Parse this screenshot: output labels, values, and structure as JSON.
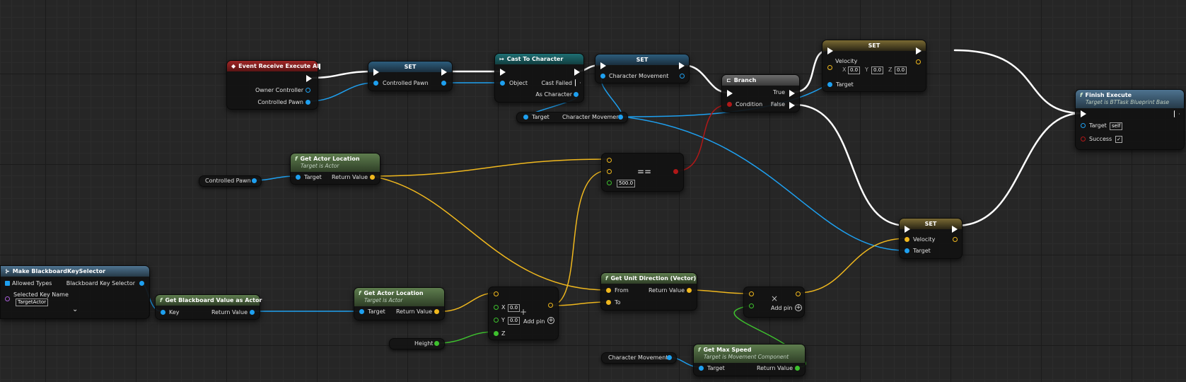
{
  "nodes": {
    "event": {
      "title": "Event Receive Execute AI",
      "owner_controller": "Owner Controller",
      "controlled_pawn": "Controlled Pawn"
    },
    "set_pawn": {
      "title": "SET",
      "pin": "Controlled Pawn"
    },
    "cast": {
      "title": "Cast To Character",
      "object": "Object",
      "cast_failed": "Cast Failed",
      "as_character": "As Character"
    },
    "set_movement": {
      "title": "SET",
      "pin": "Character Movement"
    },
    "var_movement_getter": {
      "target": "Target",
      "output": "Character Movement"
    },
    "branch": {
      "title": "Branch",
      "condition": "Condition",
      "true": "True",
      "false": "False"
    },
    "set_velocity_top": {
      "title": "SET",
      "velocity": "Velocity",
      "x_label": "X",
      "x": "0.0",
      "y_label": "Y",
      "y": "0.0",
      "z_label": "Z",
      "z": "0.0",
      "target": "Target"
    },
    "finish": {
      "title": "Finish Execute",
      "subtitle": "Target is BTTask Blueprint Base",
      "target": "Target",
      "target_value": "self",
      "success": "Success",
      "success_check": "✓"
    },
    "get_actor_location_1": {
      "title": "Get Actor Location",
      "subtitle": "Target is Actor",
      "target": "Target",
      "return": "Return Value"
    },
    "controlled_pawn_var": {
      "label": "Controlled Pawn"
    },
    "equals": {
      "symbol": "==",
      "value": "500.0"
    },
    "set_velocity_bottom": {
      "title": "SET",
      "velocity": "Velocity",
      "target": "Target"
    },
    "make_selector": {
      "title": "Make BlackboardKeySelector",
      "allowed_types": "Allowed Types",
      "output": "Blackboard Key Selector",
      "key_name_label": "Selected Key Name",
      "key_name_value": "TargetActor",
      "expand": "⌄"
    },
    "get_bb_value": {
      "title": "Get Blackboard Value as Actor",
      "key": "Key",
      "return": "Return Value"
    },
    "get_actor_location_2": {
      "title": "Get Actor Location",
      "subtitle": "Target is Actor",
      "target": "Target",
      "return": "Return Value"
    },
    "make_vector": {
      "x_label": "X",
      "x": "0.0",
      "y_label": "Y",
      "y": "0.0",
      "z_label": "Z",
      "add_pin": "Add pin"
    },
    "height_var": {
      "label": "Height"
    },
    "unit_direction": {
      "title": "Get Unit Direction (Vector)",
      "from": "From",
      "to": "To",
      "return": "Return Value"
    },
    "multiply": {
      "symbol": "×",
      "add_pin": "Add pin"
    },
    "movement_var": {
      "label": "Character Movement"
    },
    "get_max_speed": {
      "title": "Get Max Speed",
      "subtitle": "Target is Movement Component",
      "target": "Target",
      "return": "Return Value"
    }
  },
  "colors": {
    "exec": "#ffffff",
    "object": "#1ea0f0",
    "vector": "#f0b81e",
    "float": "#3ec12e",
    "bool": "#b01818",
    "background": "#262626"
  }
}
